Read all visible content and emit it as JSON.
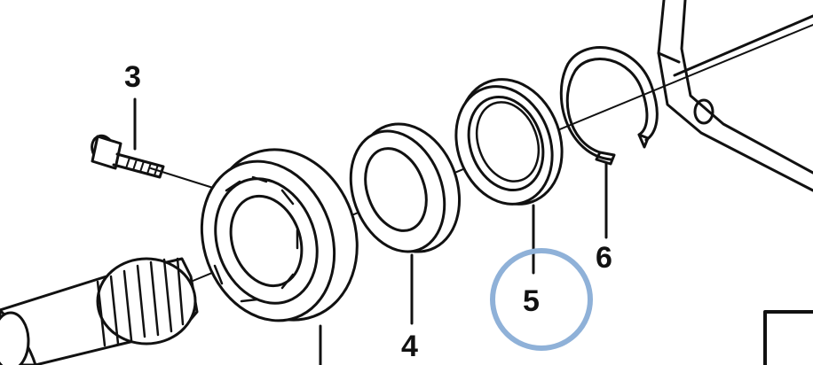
{
  "diagram": {
    "callouts": [
      {
        "id": "3",
        "label": "3"
      },
      {
        "id": "4",
        "label": "4"
      },
      {
        "id": "5",
        "label": "5"
      },
      {
        "id": "6",
        "label": "6"
      }
    ],
    "highlight": {
      "target": "5",
      "color": "#8fb1d8"
    },
    "line_color": "#111111",
    "background": "#ffffff"
  }
}
